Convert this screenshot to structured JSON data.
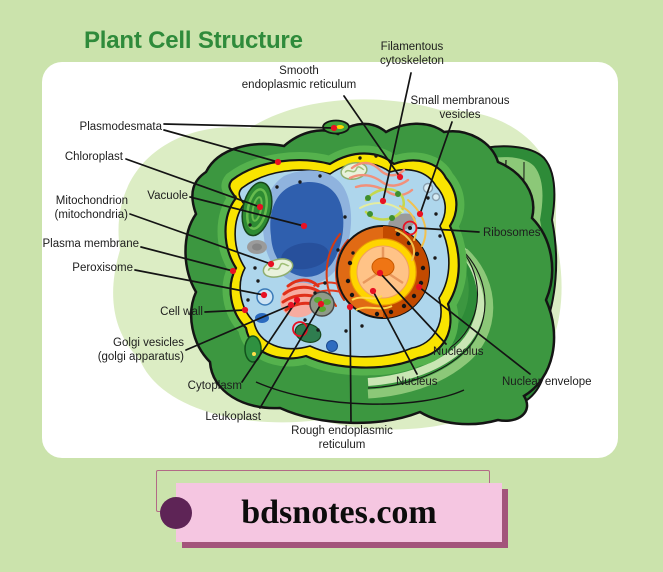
{
  "title": {
    "text": "Plant Cell Structure"
  },
  "colors": {
    "page_bg": "#cbe3ac",
    "title_green": "#2f8b3b",
    "marker_red": "#e81123",
    "cell_wall_green": "#3c9740",
    "membrane_yellow": "#f9e400",
    "cytoplasm_blue": "#aed6ec",
    "vacuole_blue": "#2f5fae",
    "nucleus_orange": "#e06a14",
    "footer_pink": "#f5c6e1",
    "footer_shadow": "#a3547b",
    "footer_outline": "#b26a86",
    "footer_dot": "#5e2456"
  },
  "diagram": {
    "labels": [
      {
        "id": "smooth-er",
        "text": "Smooth\nendoplasmic reticulum"
      },
      {
        "id": "filamentous",
        "text": "Filamentous\ncytoskeleton"
      },
      {
        "id": "small-vesicles",
        "text": "Small membranous\nvesicles"
      },
      {
        "id": "plasmodesmata",
        "text": "Plasmodesmata"
      },
      {
        "id": "chloroplast",
        "text": "Chloroplast"
      },
      {
        "id": "vacuole",
        "text": "Vacuole"
      },
      {
        "id": "mitochondrion",
        "text": "Mitochondrion\n(mitochondria)"
      },
      {
        "id": "plasma-membrane",
        "text": "Plasma membrane"
      },
      {
        "id": "peroxisome",
        "text": "Peroxisome"
      },
      {
        "id": "cell-wall",
        "text": "Cell wall"
      },
      {
        "id": "golgi",
        "text": "Golgi vesicles\n(golgi apparatus)"
      },
      {
        "id": "cytoplasm",
        "text": "Cytoplasm"
      },
      {
        "id": "leukoplast",
        "text": "Leukoplast"
      },
      {
        "id": "rough-er",
        "text": "Rough endoplasmic\nreticulum"
      },
      {
        "id": "ribosomes",
        "text": "Ribosomes"
      },
      {
        "id": "nucleolus",
        "text": "Nucleolus"
      },
      {
        "id": "nucleus",
        "text": "Nucleus"
      },
      {
        "id": "nuclear-envelope",
        "text": "Nuclear envelope"
      }
    ]
  },
  "footer": {
    "site": "bdsnotes.com"
  }
}
